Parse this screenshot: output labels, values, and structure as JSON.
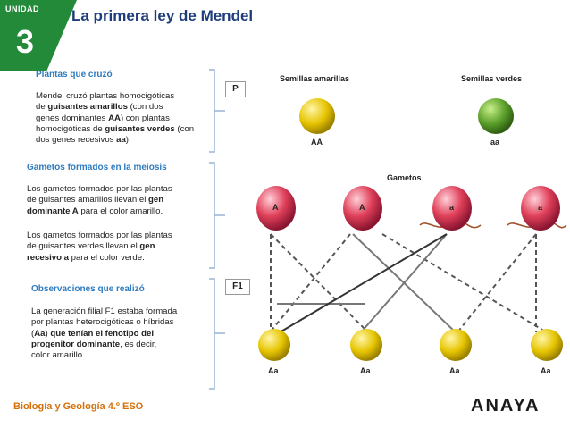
{
  "header": {
    "unit_label": "UNIDAD",
    "unit_number": "3",
    "title": "La primera ley de Mendel"
  },
  "sections": {
    "crossed": {
      "heading": "Plantas que cruzó",
      "lines": [
        [
          {
            "t": "Mendel cruzó plantas homocigóticas"
          }
        ],
        [
          {
            "t": "de "
          },
          {
            "t": "guisantes amarillos",
            "b": true
          },
          {
            "t": " (con dos"
          }
        ],
        [
          {
            "t": "genes dominantes "
          },
          {
            "t": "AA",
            "b": true
          },
          {
            "t": ") con plantas"
          }
        ],
        [
          {
            "t": "homocigóticas de "
          },
          {
            "t": "guisantes verdes",
            "b": true
          },
          {
            "t": " (con"
          }
        ],
        [
          {
            "t": "dos genes recesivos "
          },
          {
            "t": "aa",
            "b": true
          },
          {
            "t": ")."
          }
        ]
      ]
    },
    "gametes": {
      "heading": "Gametos formados en la meiosis",
      "paragraph1": [
        [
          {
            "t": "Los gametos formados por las plantas"
          }
        ],
        [
          {
            "t": "de guisantes amarillos llevan el "
          },
          {
            "t": "gen",
            "b": true
          }
        ],
        [
          {
            "t": "dominante A",
            "b": true
          },
          {
            "t": " para el color amarillo."
          }
        ]
      ],
      "paragraph2": [
        [
          {
            "t": "Los gametos formados por las plantas"
          }
        ],
        [
          {
            "t": "de guisantes verdes llevan el "
          },
          {
            "t": "gen",
            "b": true
          }
        ],
        [
          {
            "t": "recesivo a",
            "b": true
          },
          {
            "t": " para el color verde."
          }
        ]
      ]
    },
    "observations": {
      "heading": "Observaciones que realizó",
      "lines": [
        [
          {
            "t": "La generación filial F1 estaba formada"
          }
        ],
        [
          {
            "t": "por plantas heterocigóticas o híbridas"
          }
        ],
        [
          {
            "t": "("
          },
          {
            "t": "Aa",
            "b": true
          },
          {
            "t": ") "
          },
          {
            "t": "que tenían el fenotipo del",
            "b": true
          }
        ],
        [
          {
            "t": "progenitor dominante",
            "b": true
          },
          {
            "t": ", es decir,"
          }
        ],
        [
          {
            "t": "color amarillo."
          }
        ]
      ]
    }
  },
  "diagram": {
    "p_label": "P",
    "f1_label": "F1",
    "yellow_seeds_label": "Semillas amarillas",
    "green_seeds_label": "Semillas verdes",
    "yellow_genotype": "AA",
    "green_genotype": "aa",
    "gametes_label": "Gametos",
    "gametes": [
      "A",
      "A",
      "a",
      "a"
    ],
    "offspring": [
      "Aa",
      "Aa",
      "Aa",
      "Aa"
    ],
    "colors": {
      "yellow": "#d9b800",
      "green": "#5a9e2a",
      "gamete": "#e0405a",
      "bracket": "#9ab3d6",
      "curl": "#a0522d"
    }
  },
  "footer": {
    "course": "Biología y Geología 4.º ESO",
    "publisher": "ANAYA"
  }
}
